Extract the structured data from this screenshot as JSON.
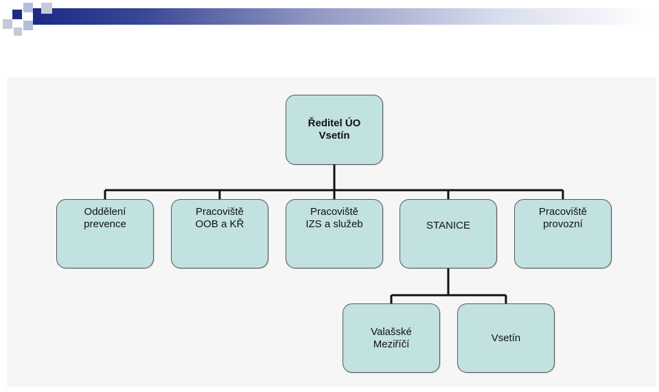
{
  "header": {
    "decoration": "blue gradient bar with squares",
    "colors": {
      "dark": "#1c2a86",
      "light": "#b6bcde",
      "grey": "#c7c9d6"
    }
  },
  "diagram": {
    "node_color": "#c2e1e1",
    "root": {
      "label": "Ředitel ÚO\nVsetín"
    },
    "level1": [
      {
        "label": "Oddělení\nprevence"
      },
      {
        "label": "Pracoviště\nOOB a KŘ"
      },
      {
        "label": "Pracoviště\nIZS a služeb"
      },
      {
        "label": "STANICE"
      },
      {
        "label": "Pracoviště\nprovozní"
      }
    ],
    "level2": [
      {
        "label": "Valašské\nMeziříčí"
      },
      {
        "label": "Vsetín"
      }
    ]
  }
}
